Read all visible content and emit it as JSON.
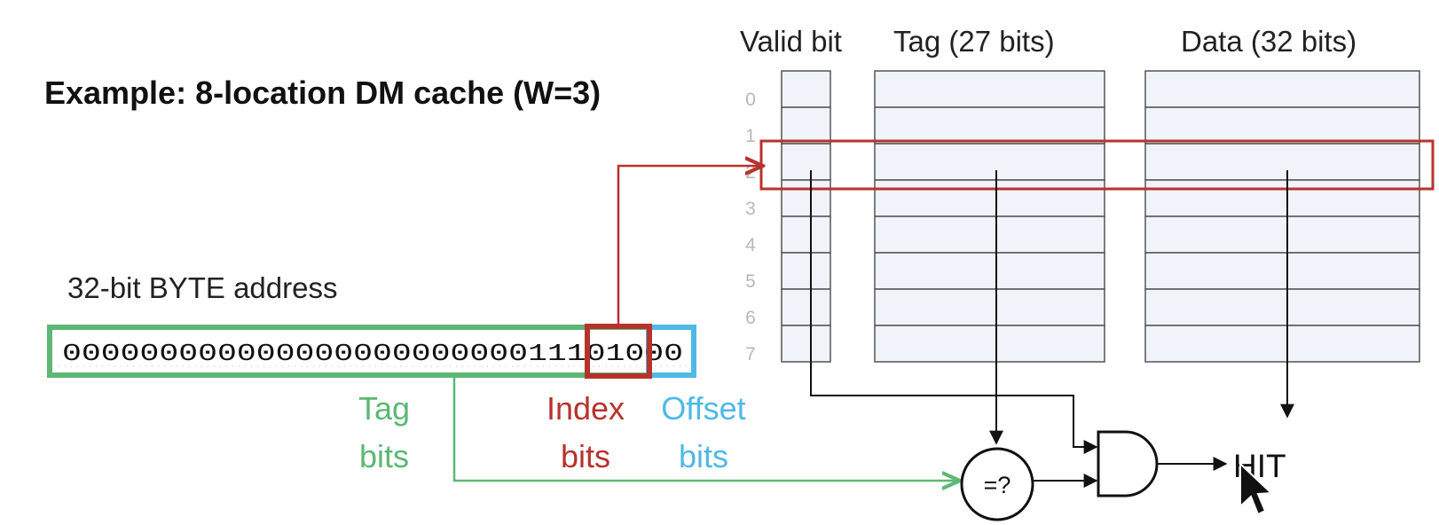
{
  "title": "Example: 8-location DM cache (W=3)",
  "columns": {
    "valid": "Valid bit",
    "tag": "Tag (27 bits)",
    "data": "Data (32 bits)"
  },
  "row_labels": [
    "0",
    "1",
    "2",
    "3",
    "4",
    "5",
    "6",
    "7"
  ],
  "address": {
    "label": "32-bit BYTE address",
    "tag_bits": "000000000000000000000000111",
    "index_bits": "010",
    "offset_bits": "00"
  },
  "fields": {
    "tag_line1": "Tag",
    "tag_line2": "bits",
    "index_line1": "Index",
    "index_line2": "bits",
    "offset_line1": "Offset",
    "offset_line2": "bits"
  },
  "comparator": "=?",
  "output": "HIT",
  "colors": {
    "tag": "#5cb874",
    "index": "#b8322c",
    "offset": "#4fb8e6",
    "cell_fill": "#f0f4fa"
  }
}
